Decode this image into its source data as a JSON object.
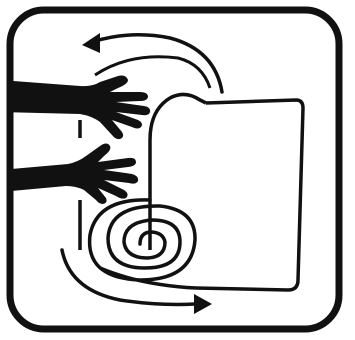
{
  "pictogram": {
    "icon": "roll-up-mattress-icon",
    "ink_color": "#111111",
    "paper_color": "#ffffff",
    "elements": [
      "frame",
      "upper-arrow",
      "lower-arrow",
      "upper-hand",
      "lower-hand",
      "mattress",
      "roll-spiral"
    ]
  }
}
